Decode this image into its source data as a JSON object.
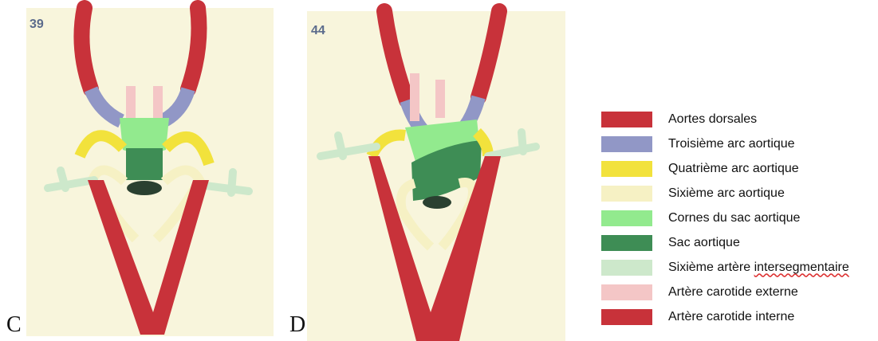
{
  "panels": [
    {
      "label": "C",
      "stage": "39"
    },
    {
      "label": "D",
      "stage": "44"
    }
  ],
  "colors": {
    "panel_bg": "#f8f5dc",
    "dorsal": "#c8323a",
    "third_arch": "#9197c6",
    "fourth_arch": "#f2e23c",
    "sixth_arch": "#f6f1c4",
    "horns": "#92ea8e",
    "sac": "#3e8d55",
    "intersegmental": "#cde8cb",
    "ext_carotid": "#f4c6c6",
    "int_carotid": "#c8323a"
  },
  "legend": [
    {
      "label": "Aortes dorsales",
      "color": "#c8323a"
    },
    {
      "label": "Troisième arc aortique",
      "color": "#9197c6"
    },
    {
      "label": "Quatrième arc aortique",
      "color": "#f2e23c"
    },
    {
      "label": "Sixième arc aortique",
      "color": "#f6f1c4"
    },
    {
      "label": "Cornes du sac aortique",
      "color": "#92ea8e"
    },
    {
      "label": "Sac aortique",
      "color": "#3e8d55"
    },
    {
      "label_prefix": "Sixième artère ",
      "label_marked": "intersegmentaire",
      "color": "#cde8cb"
    },
    {
      "label": "Artère carotide externe",
      "color": "#f4c6c6"
    },
    {
      "label": "Artère carotide interne",
      "color": "#c8323a"
    }
  ]
}
